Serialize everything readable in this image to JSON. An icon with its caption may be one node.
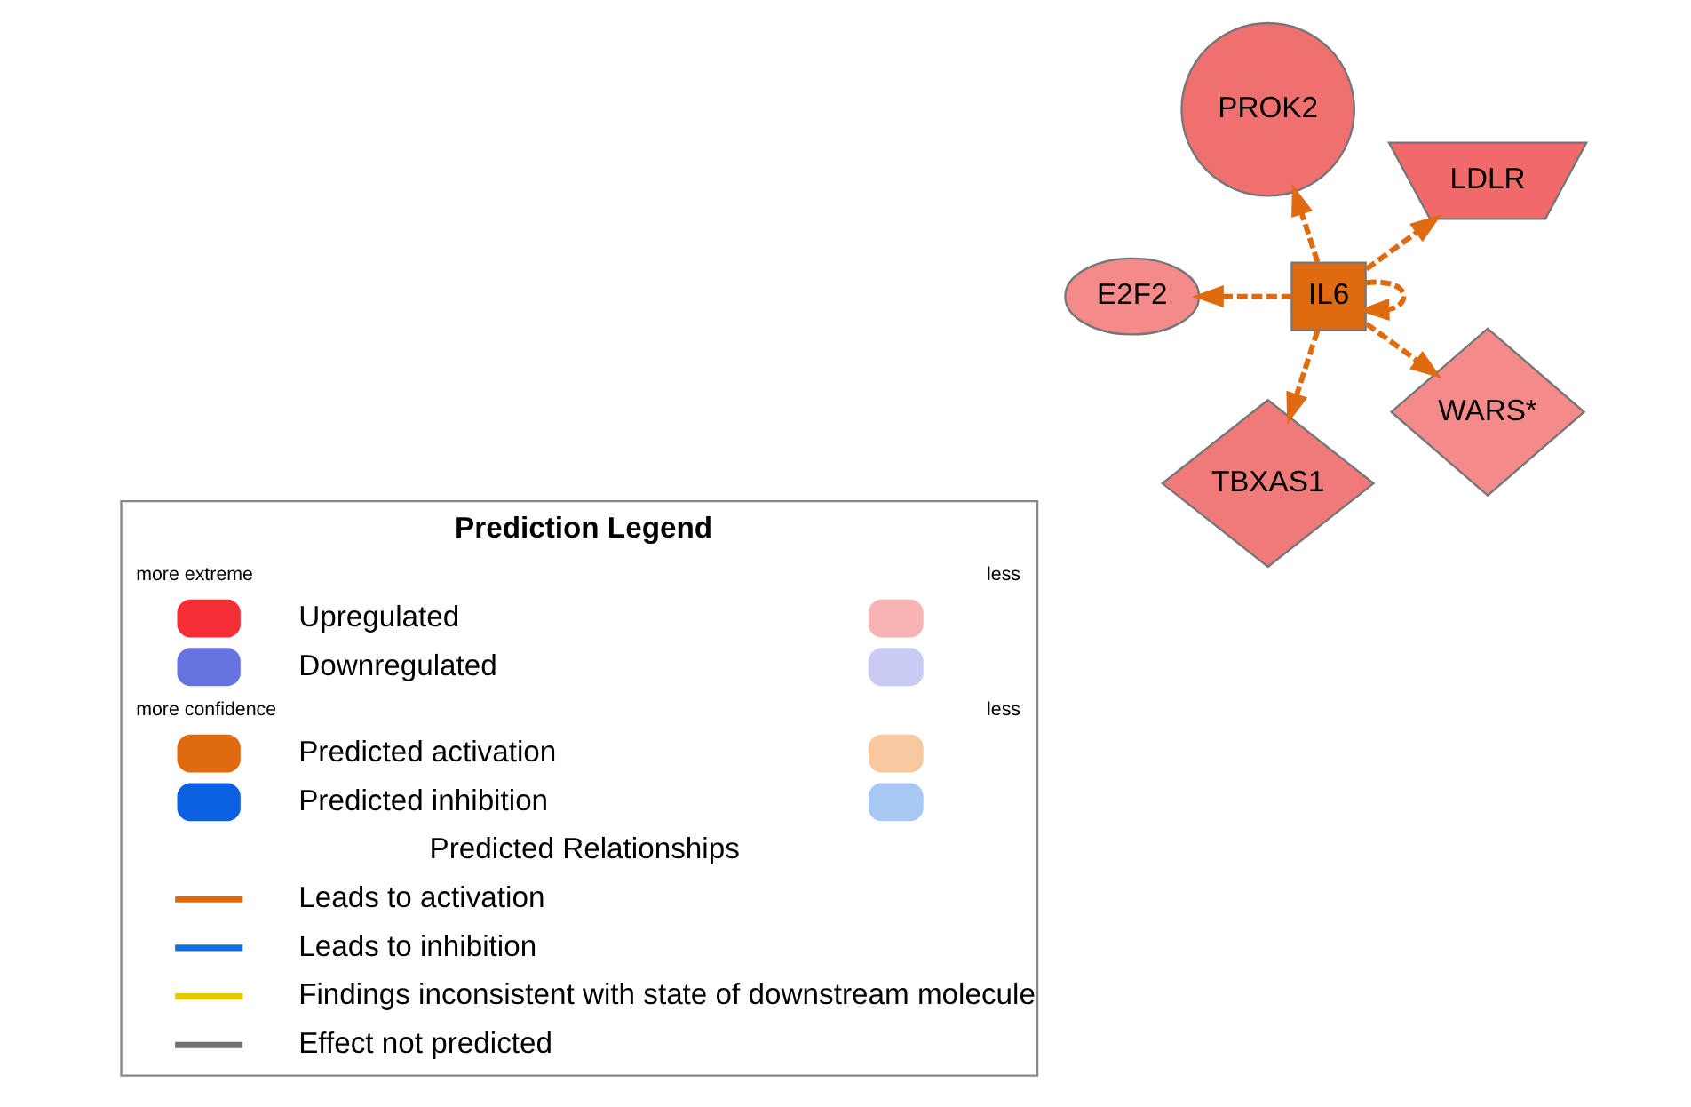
{
  "diagram": {
    "nodes": [
      {
        "text": [
          "IL6"
        ]
      },
      {
        "text": [
          "LDLR"
        ]
      },
      {
        "text": [
          "PROK2"
        ]
      },
      {
        "text": [
          "E2F2"
        ]
      },
      {
        "text": [
          "TBXAS1"
        ]
      },
      {
        "text": [
          "WARS*"
        ]
      }
    ],
    "edges": [
      {
        "from": 0,
        "to": 1,
        "arrow": "to",
        "style": "dashed"
      },
      {
        "from": 0,
        "to": 2,
        "arrow": "to",
        "style": "dashed"
      },
      {
        "from": 0,
        "to": 3,
        "arrow": "to",
        "style": "dashed"
      },
      {
        "from": 0,
        "to": 4,
        "arrow": "to",
        "style": "dashed"
      },
      {
        "from": 0,
        "to": 5,
        "arrow": "to",
        "style": "dashed"
      },
      {
        "from": 0,
        "to": 0,
        "arrow": "to",
        "style": "dashed"
      }
    ],
    "labels": [
      "Prediction Legend",
      "more extreme",
      "less",
      "more confidence",
      "less",
      "Predicted Relationships"
    ],
    "legend": [
      {
        "text": "Upregulated",
        "color": "#f52d35"
      },
      {
        "text": "Downregulated",
        "color": "#6673e0"
      },
      {
        "text": "Predicted activation",
        "color": "#e06a10"
      },
      {
        "text": "Predicted inhibition",
        "color": "#0a60e0"
      },
      {
        "text": "Leads to activation"
      },
      {
        "text": "Leads to inhibition"
      },
      {
        "text": "Findings inconsistent with state of downstream molecule"
      },
      {
        "text": "Effect not predicted"
      }
    ]
  }
}
